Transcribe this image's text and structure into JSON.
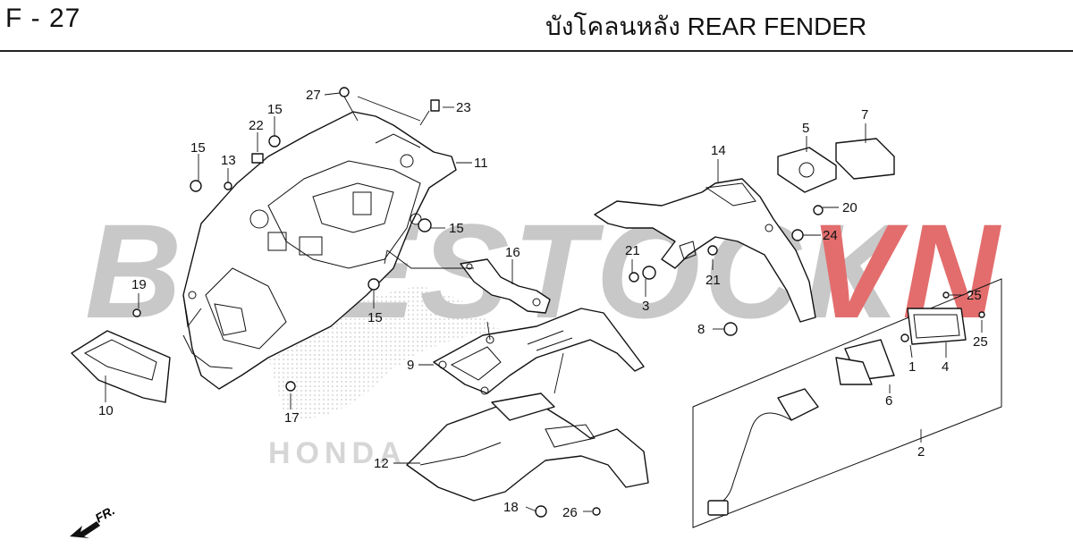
{
  "header": {
    "code": "F - 27",
    "title": "บังโคลนหลัง  REAR FENDER"
  },
  "watermark": {
    "text_gray": "BIKESTOCK",
    "text_red": "VN",
    "color_gray": "#c8c8c8",
    "color_red": "#e36d6d",
    "logo_text": "HONDA"
  },
  "direction": {
    "label": "FR."
  },
  "callouts": [
    {
      "id": "c27",
      "text": "27"
    },
    {
      "id": "c23",
      "text": "23"
    },
    {
      "id": "c15a",
      "text": "15"
    },
    {
      "id": "c22",
      "text": "22"
    },
    {
      "id": "c15b",
      "text": "15"
    },
    {
      "id": "c13",
      "text": "13"
    },
    {
      "id": "c11",
      "text": "11"
    },
    {
      "id": "c15c",
      "text": "15"
    },
    {
      "id": "c15d",
      "text": "15"
    },
    {
      "id": "c16",
      "text": "16"
    },
    {
      "id": "c19",
      "text": "19"
    },
    {
      "id": "c10",
      "text": "10"
    },
    {
      "id": "c17",
      "text": "17"
    },
    {
      "id": "c9",
      "text": "9"
    },
    {
      "id": "c12",
      "text": "12"
    },
    {
      "id": "c18",
      "text": "18"
    },
    {
      "id": "c26",
      "text": "26"
    },
    {
      "id": "c14",
      "text": "14"
    },
    {
      "id": "c5",
      "text": "5"
    },
    {
      "id": "c7",
      "text": "7"
    },
    {
      "id": "c20",
      "text": "20"
    },
    {
      "id": "c24",
      "text": "24"
    },
    {
      "id": "c21a",
      "text": "21"
    },
    {
      "id": "c21b",
      "text": "21"
    },
    {
      "id": "c3",
      "text": "3"
    },
    {
      "id": "c8",
      "text": "8"
    },
    {
      "id": "c25a",
      "text": "25"
    },
    {
      "id": "c25b",
      "text": "25"
    },
    {
      "id": "c1",
      "text": "1"
    },
    {
      "id": "c4",
      "text": "4"
    },
    {
      "id": "c6",
      "text": "6"
    },
    {
      "id": "c2",
      "text": "2"
    }
  ]
}
